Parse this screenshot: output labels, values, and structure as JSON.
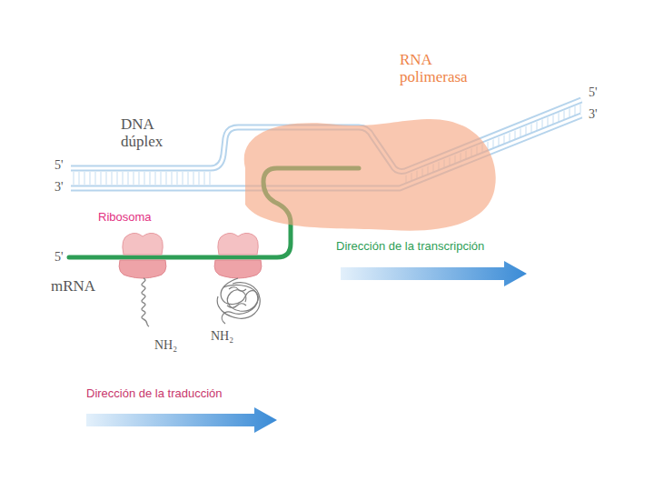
{
  "diagram": {
    "nodes": [
      {
        "text": [
          "RNA polimerasa"
        ]
      }
    ],
    "edges": [],
    "labels": [
      "DNA dúplex",
      "5'",
      "3'",
      "5'",
      "3'",
      "Ribosoma",
      "5'",
      "mRNA",
      "NH₂",
      "NH₂",
      "Dirección de la transcripción",
      "Dirección de la traducción"
    ]
  }
}
